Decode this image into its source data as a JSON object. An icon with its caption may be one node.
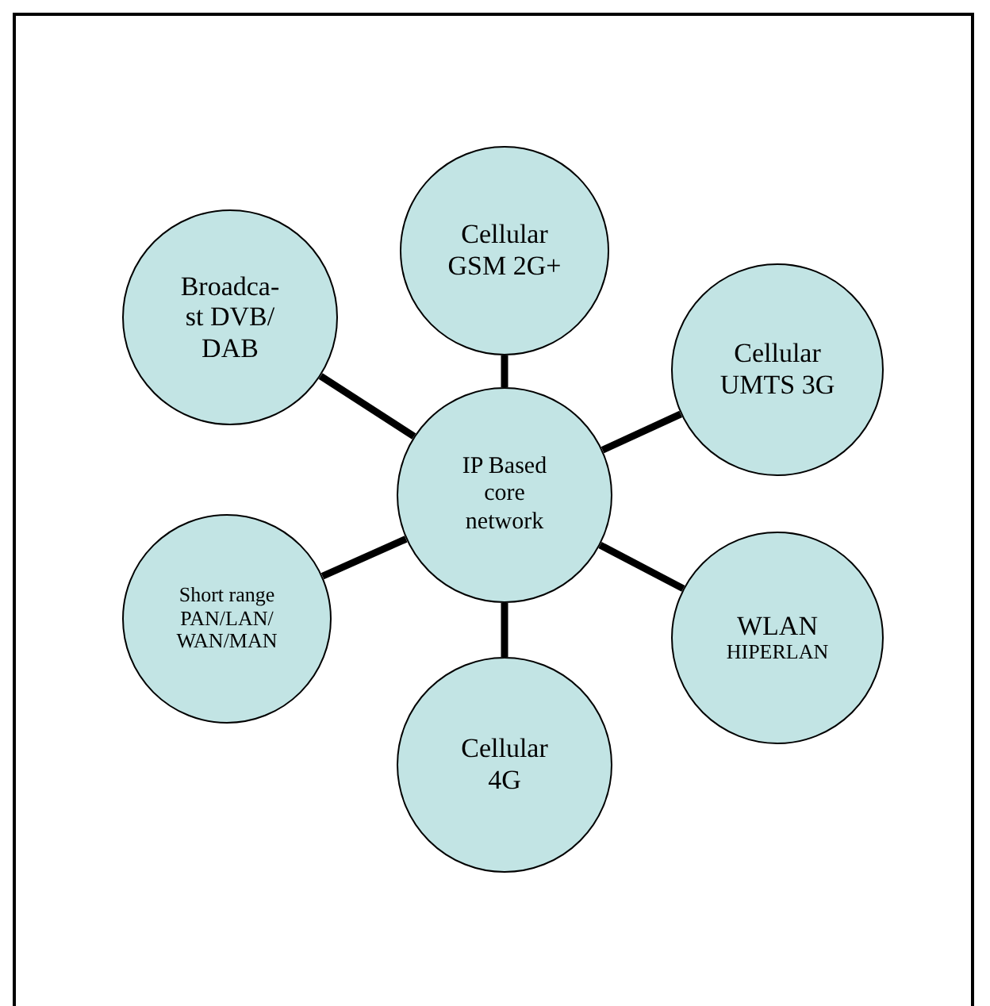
{
  "diagram": {
    "nodes": [
      {
        "text": [
          "Cellular GSM 2G+"
        ]
      },
      {
        "text": [
          "Broadca-st DVB/ DAB"
        ]
      },
      {
        "text": [
          "Cellular UMTS 3G"
        ]
      },
      {
        "text": [
          "IP Based core network"
        ]
      },
      {
        "text": [
          "Short range PAN/LAN/ WAN/MAN"
        ]
      },
      {
        "text": [
          "WLAN",
          "HIPERLAN"
        ]
      },
      {
        "text": [
          "Cellular 4G"
        ]
      }
    ],
    "edges": [
      {
        "from": 3,
        "to": 0,
        "arrow": "none"
      },
      {
        "from": 3,
        "to": 1,
        "arrow": "none"
      },
      {
        "from": 3,
        "to": 2,
        "arrow": "none"
      },
      {
        "from": 3,
        "to": 4,
        "arrow": "none"
      },
      {
        "from": 3,
        "to": 5,
        "arrow": "none"
      },
      {
        "from": 3,
        "to": 6,
        "arrow": "none"
      }
    ]
  }
}
